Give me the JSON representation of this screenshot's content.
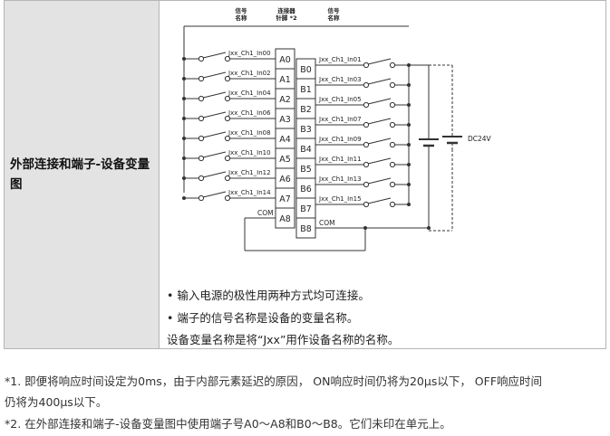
{
  "table": {
    "label": "外部连接和端子-设备变量图"
  },
  "diagram": {
    "header_signal_left": [
      "信号",
      "名称"
    ],
    "header_connector": [
      "连接器",
      "针脚 *2"
    ],
    "header_signal_right": [
      "信号",
      "名称"
    ],
    "pins_a": [
      "A0",
      "A1",
      "A2",
      "A3",
      "A4",
      "A5",
      "A6",
      "A7",
      "A8"
    ],
    "pins_b": [
      "B0",
      "B1",
      "B2",
      "B3",
      "B4",
      "B5",
      "B6",
      "B7",
      "B8"
    ],
    "signals_left": [
      "Jxx_Ch1_In00",
      "Jxx_Ch1_In02",
      "Jxx_Ch1_In04",
      "Jxx_Ch1_In06",
      "Jxx_Ch1_In08",
      "Jxx_Ch1_In10",
      "Jxx_Ch1_In12",
      "Jxx_Ch1_In14"
    ],
    "signals_right": [
      "Jxx_Ch1_In01",
      "Jxx_Ch1_In03",
      "Jxx_Ch1_In05",
      "Jxx_Ch1_In07",
      "Jxx_Ch1_In09",
      "Jxx_Ch1_In11",
      "Jxx_Ch1_In13",
      "Jxx_Ch1_In15"
    ],
    "com_left": "COM",
    "com_right": "COM",
    "supply": "DC24V"
  },
  "notes": [
    "• 输入电源的极性用两种方式均可连接。",
    "• 端子的信号名称是设备的变量名称。",
    "设备变量名称是将“Jxx”用作设备名称的名称。"
  ],
  "footnotes": [
    "*1. 即便将响应时间设定为0ms，由于内部元素延迟的原因， ON响应时间仍将为20μs以下， OFF响应时间",
    "仍将为400μs以下。",
    "*2. 在外部连接和端子-设备变量图中使用端子号A0～A8和B0～B8。它们未印在单元上。"
  ]
}
